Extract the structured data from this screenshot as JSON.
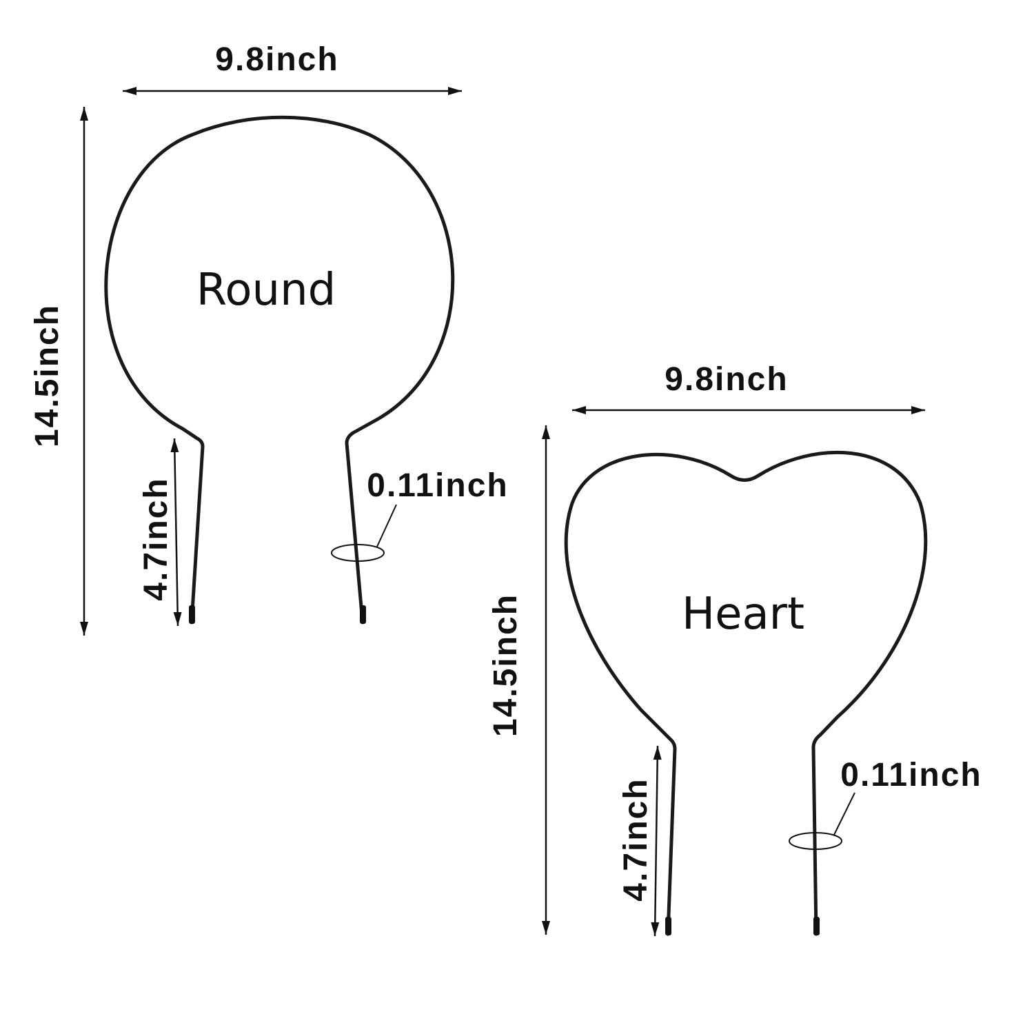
{
  "round": {
    "label": "Round",
    "width": "9.8inch",
    "height": "14.5inch",
    "stake_length": "4.7inch",
    "wire_diameter": "0.11inch"
  },
  "heart": {
    "label": "Heart",
    "width": "9.8inch",
    "height": "14.5inch",
    "stake_length": "4.7inch",
    "wire_diameter": "0.11inch"
  },
  "colors": {
    "wire": "#1a1a1a",
    "text": "#111111",
    "background": "#ffffff"
  }
}
